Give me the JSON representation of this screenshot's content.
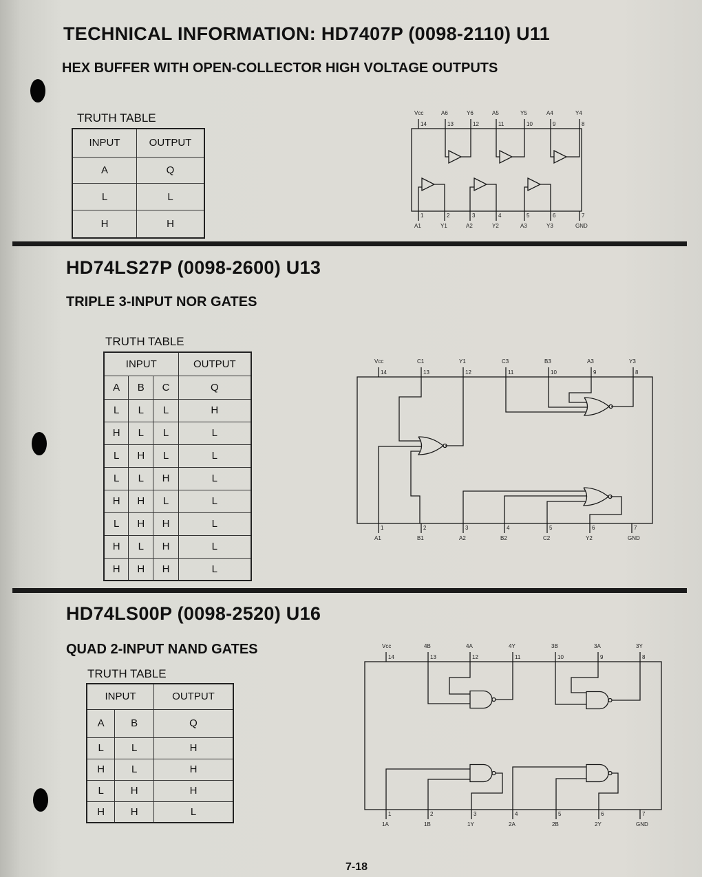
{
  "section1": {
    "title": "TECHNICAL INFORMATION:  HD7407P (0098-2110) U11",
    "subtitle": "HEX BUFFER WITH OPEN-COLLECTOR HIGH VOLTAGE OUTPUTS",
    "truth_table": {
      "label": "TRUTH TABLE",
      "headers": [
        "INPUT",
        "OUTPUT"
      ],
      "columns": [
        "A",
        "Q"
      ],
      "rows": [
        [
          "L",
          "L"
        ],
        [
          "H",
          "H"
        ]
      ]
    },
    "diagram": {
      "top_pins": [
        {
          "label": "Vcc",
          "num": "14"
        },
        {
          "label": "A6",
          "num": "13"
        },
        {
          "label": "Y6",
          "num": "12"
        },
        {
          "label": "A5",
          "num": "11"
        },
        {
          "label": "Y5",
          "num": "10"
        },
        {
          "label": "A4",
          "num": "9"
        },
        {
          "label": "Y4",
          "num": "8"
        }
      ],
      "bottom_pins": [
        {
          "label": "A1",
          "num": "1"
        },
        {
          "label": "Y1",
          "num": "2"
        },
        {
          "label": "A2",
          "num": "3"
        },
        {
          "label": "Y2",
          "num": "4"
        },
        {
          "label": "A3",
          "num": "5"
        },
        {
          "label": "Y3",
          "num": "6"
        },
        {
          "label": "GND",
          "num": "7"
        }
      ]
    }
  },
  "section2": {
    "title": "HD74LS27P (0098-2600) U13",
    "subtitle": "TRIPLE 3-INPUT NOR GATES",
    "truth_table": {
      "label": "TRUTH TABLE",
      "headers": [
        "INPUT",
        "OUTPUT"
      ],
      "columns": [
        "A",
        "B",
        "C",
        "Q"
      ],
      "rows": [
        [
          "L",
          "L",
          "L",
          "H"
        ],
        [
          "H",
          "L",
          "L",
          "L"
        ],
        [
          "L",
          "H",
          "L",
          "L"
        ],
        [
          "L",
          "L",
          "H",
          "L"
        ],
        [
          "H",
          "H",
          "L",
          "L"
        ],
        [
          "L",
          "H",
          "H",
          "L"
        ],
        [
          "H",
          "L",
          "H",
          "L"
        ],
        [
          "H",
          "H",
          "H",
          "L"
        ]
      ]
    },
    "diagram": {
      "top_pins": [
        {
          "label": "Vcc",
          "num": "14"
        },
        {
          "label": "C1",
          "num": "13"
        },
        {
          "label": "Y1",
          "num": "12"
        },
        {
          "label": "C3",
          "num": "11"
        },
        {
          "label": "B3",
          "num": "10"
        },
        {
          "label": "A3",
          "num": "9"
        },
        {
          "label": "Y3",
          "num": "8"
        }
      ],
      "bottom_pins": [
        {
          "label": "A1",
          "num": "1"
        },
        {
          "label": "B1",
          "num": "2"
        },
        {
          "label": "A2",
          "num": "3"
        },
        {
          "label": "B2",
          "num": "4"
        },
        {
          "label": "C2",
          "num": "5"
        },
        {
          "label": "Y2",
          "num": "6"
        },
        {
          "label": "GND",
          "num": "7"
        }
      ]
    }
  },
  "section3": {
    "title": "HD74LS00P (0098-2520) U16",
    "subtitle": "QUAD 2-INPUT NAND GATES",
    "truth_table": {
      "label": "TRUTH TABLE",
      "headers": [
        "INPUT",
        "OUTPUT"
      ],
      "columns": [
        "A",
        "B",
        "Q"
      ],
      "rows": [
        [
          "L",
          "L",
          "H"
        ],
        [
          "H",
          "L",
          "H"
        ],
        [
          "L",
          "H",
          "H"
        ],
        [
          "H",
          "H",
          "L"
        ]
      ]
    },
    "diagram": {
      "top_pins": [
        {
          "label": "Vcc",
          "num": "14"
        },
        {
          "label": "4B",
          "num": "13"
        },
        {
          "label": "4A",
          "num": "12"
        },
        {
          "label": "4Y",
          "num": "11"
        },
        {
          "label": "3B",
          "num": "10"
        },
        {
          "label": "3A",
          "num": "9"
        },
        {
          "label": "3Y",
          "num": "8"
        }
      ],
      "bottom_pins": [
        {
          "label": "1A",
          "num": "1"
        },
        {
          "label": "1B",
          "num": "2"
        },
        {
          "label": "1Y",
          "num": "3"
        },
        {
          "label": "2A",
          "num": "4"
        },
        {
          "label": "2B",
          "num": "5"
        },
        {
          "label": "2Y",
          "num": "6"
        },
        {
          "label": "GND",
          "num": "7"
        }
      ]
    }
  },
  "page_number": "7-18"
}
